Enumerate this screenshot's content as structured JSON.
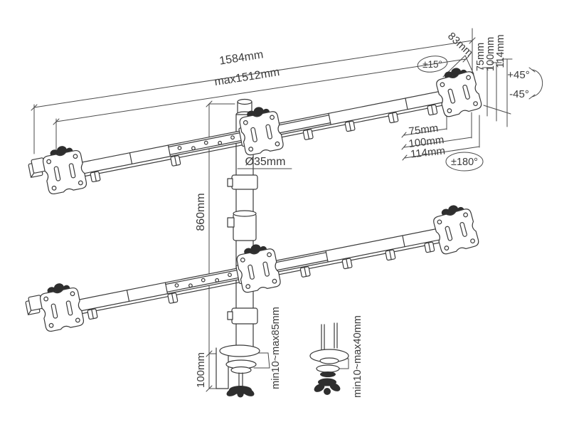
{
  "meta": {
    "type": "technical-line-drawing",
    "subject": "six-monitor desk mount stand dimension diagram",
    "background_color": "#ffffff",
    "line_color": "#3a3a3a",
    "dimension_line_color": "#4a4a4a"
  },
  "labels": {
    "width_total": "1584mm",
    "width_max": "max1512mm",
    "arm_offset": "83mm",
    "tilt_range": "±15°",
    "vesa_col_75": "75mm",
    "vesa_col_100": "100mm",
    "vesa_col_114": "114mm",
    "swivel_plus": "+45°",
    "swivel_minus": "-45°",
    "vesa_row_75": "75mm",
    "vesa_row_100": "100mm",
    "vesa_row_114": "114mm",
    "rotation_range": "±180°",
    "pole_diameter": "Ø35mm",
    "pole_height": "860mm",
    "clamp_column_height": "100mm",
    "desk_clamp_range": "min10~max85mm",
    "grommet_clamp_range": "min10~max40mm"
  }
}
